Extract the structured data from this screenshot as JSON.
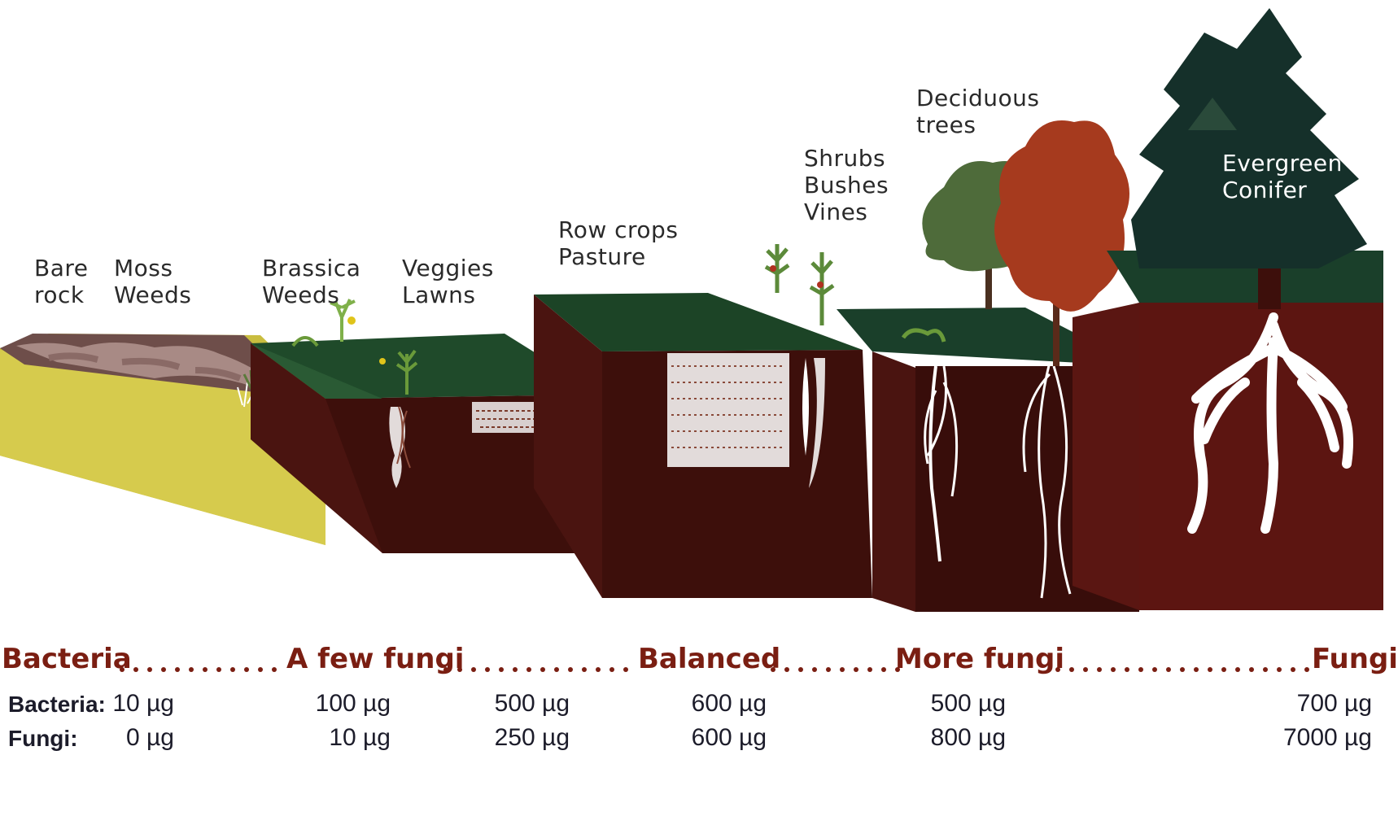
{
  "labels": {
    "bare_rock": "Bare\nrock",
    "moss_weeds": "Moss\nWeeds",
    "brassica_weeds": "Brassica\nWeeds",
    "veggies_lawns": "Veggies\nLawns",
    "row_crops_pasture": "Row crops\nPasture",
    "shrubs": "Shrubs\nBushes\nVines",
    "deciduous": "Deciduous\ntrees",
    "evergreen": "Evergreen\nConifer"
  },
  "spectrum": {
    "bacteria": "Bacteria",
    "few_fungi": "A few fungi",
    "balanced": "Balanced",
    "more_fungi": "More fungi",
    "fungi": "Fungi",
    "color": "#7a1e12"
  },
  "table": {
    "bacteria_label": "Bacteria:",
    "fungi_label": "Fungi:",
    "bacteria_values": [
      "10 µg",
      "100 µg",
      "500 µg",
      "600 µg",
      "500 µg",
      "700 µg"
    ],
    "fungi_values": [
      "0 µg",
      "10 µg",
      "250 µg",
      "600 µg",
      "800 µg",
      "7000 µg"
    ]
  },
  "colors": {
    "bare_rock_soil": "#d4c84a",
    "soil_dark": "#3b0d0a",
    "soil_side": "#5a1612",
    "grass": "#1f4a2a",
    "root": "#ffffff",
    "deciduous_red": "#a63a1e",
    "deciduous_green": "#4e6b3a",
    "conifer": "#15302a"
  }
}
